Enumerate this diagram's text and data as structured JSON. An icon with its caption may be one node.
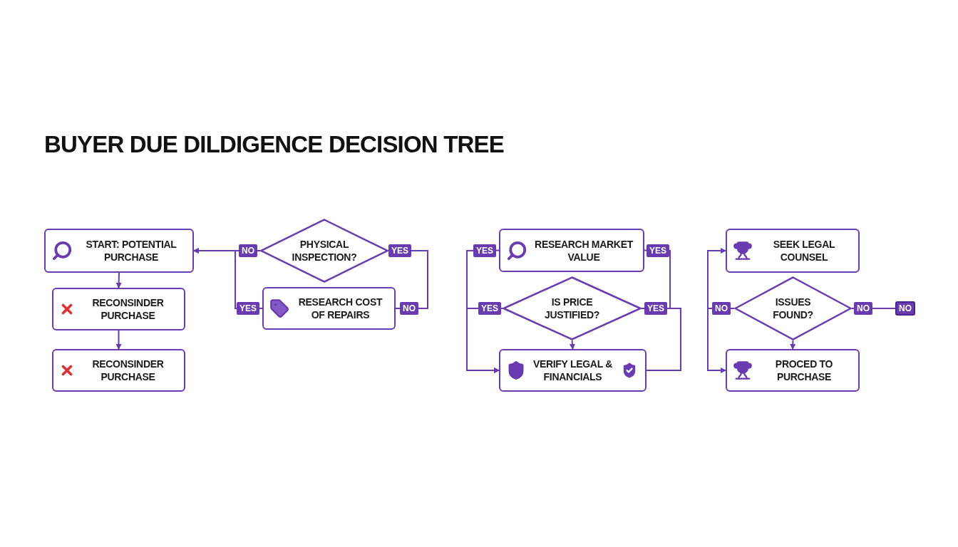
{
  "diagram": {
    "title": "BUYER DUE DILDIGENCE DECISION TREE",
    "nodes": [
      {
        "text": [
          "START: POTENTIAL PURCHASE"
        ]
      },
      {
        "text": [
          "RECONSINDER PURCHASE"
        ]
      },
      {
        "text": [
          "RECONSINDER PURCHASE"
        ]
      },
      {
        "text": [
          "PHYSICAL INSPECTION?"
        ]
      },
      {
        "text": [
          "RESEARCH COST OF REPAIRS"
        ]
      },
      {
        "text": [
          "RESEARCH MARKET VALUE"
        ]
      },
      {
        "text": [
          "IS PRICE JUSTIFIED?"
        ]
      },
      {
        "text": [
          "VERIFY LEGAL & FINANCIALS"
        ]
      },
      {
        "text": [
          "SEEK LEGAL COUNSEL"
        ]
      },
      {
        "text": [
          "ISSUES FOUND?"
        ]
      },
      {
        "text": [
          "PROCED TO PURCHASE"
        ]
      },
      {
        "text": [
          "NO"
        ]
      }
    ],
    "edges": [
      {
        "from": 0,
        "to": 1,
        "arrow": "to"
      },
      {
        "from": 1,
        "to": 2,
        "arrow": "to"
      },
      {
        "from": 3,
        "to": 0,
        "arrow": "to",
        "label": "NO"
      },
      {
        "from": 4,
        "to": 0,
        "arrow": "to",
        "label": "YES"
      },
      {
        "from": 3,
        "to": 4,
        "arrow": "none",
        "label": "YES"
      },
      {
        "from": 5,
        "to": 7,
        "arrow": "to",
        "label": "YES"
      },
      {
        "from": 6,
        "to": 7,
        "arrow": "to",
        "label": "YES"
      },
      {
        "from": 6,
        "to": 7,
        "arrow": "to"
      },
      {
        "from": 5,
        "to": 6,
        "arrow": "none",
        "label": "YES"
      },
      {
        "from": 6,
        "to": 7,
        "arrow": "none",
        "label": "YES"
      },
      {
        "from": 9,
        "to": 8,
        "arrow": "to",
        "label": "NO"
      },
      {
        "from": 9,
        "to": 10,
        "arrow": "to"
      },
      {
        "from": 9,
        "to": 10,
        "arrow": "to"
      },
      {
        "from": 9,
        "to": 11,
        "arrow": "none",
        "label": "NO"
      }
    ],
    "labels": [
      "NO"
    ]
  }
}
